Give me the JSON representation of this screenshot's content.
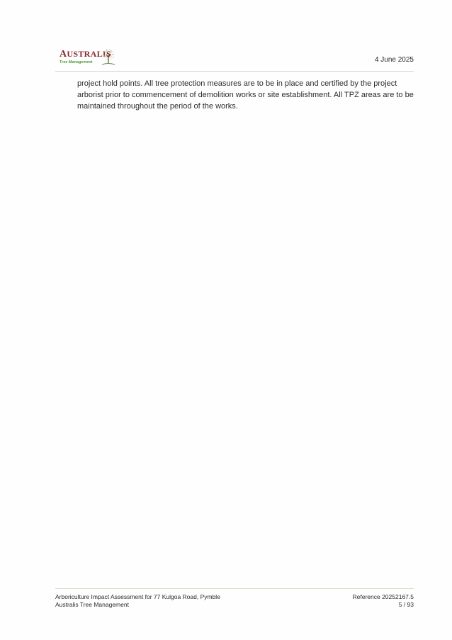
{
  "header": {
    "logo": {
      "brand_first_letter": "A",
      "brand_rest": "USTRALIS",
      "tagline": "Tree Management",
      "icon": "tree-icon",
      "colors": {
        "brand": "#8b2a2f",
        "tagline": "#4f9a3c"
      }
    },
    "date": "4 June 2025"
  },
  "body": {
    "paragraph": "project hold points. All tree protection measures are to be in place and certified by the project arborist prior to commencement of demolition works or site establishment.  All TPZ areas are to be maintained throughout the period of the works."
  },
  "footer": {
    "document_title": "Arboriculture Impact Assessment for 77 Kulgoa Road, Pymble",
    "company": "Australis Tree Management",
    "reference": "Reference 20252167.5",
    "page_number": "5 / 93"
  }
}
